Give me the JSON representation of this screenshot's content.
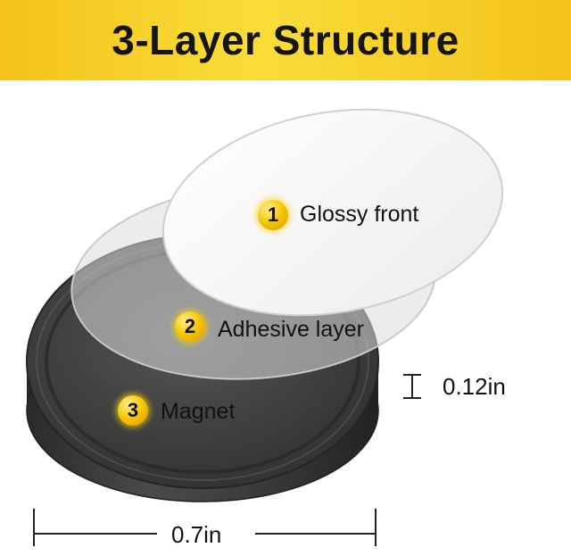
{
  "header": {
    "title": "3-Layer Structure"
  },
  "layers": [
    {
      "number": "1",
      "label": "Glossy front"
    },
    {
      "number": "2",
      "label": "Adhesive layer"
    },
    {
      "number": "3",
      "label": "Magnet"
    }
  ],
  "dimensions": {
    "thickness": "0.12in",
    "diameter": "0.7in"
  },
  "colors": {
    "banner": "#f4c21a",
    "badge": "#f5c400",
    "magnet": "#3a3a3a"
  }
}
